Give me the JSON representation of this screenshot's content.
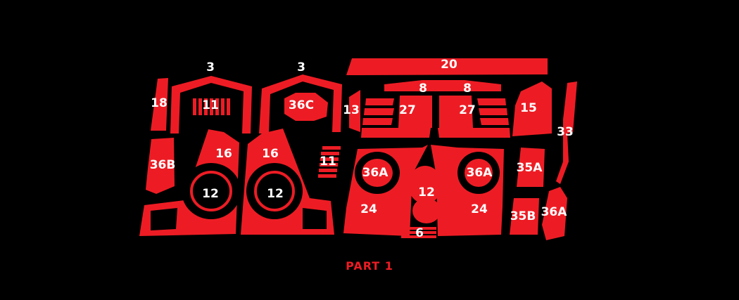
{
  "colors": {
    "background": "#000000",
    "parts": "#ed1c24",
    "labels": "#ffffff"
  },
  "caption": "PART 1",
  "labels": {
    "p3a": "3",
    "p3b": "3",
    "p20": "20",
    "p18": "18",
    "p11a": "11",
    "p36c": "36C",
    "p13": "13",
    "p8a": "8",
    "p8b": "8",
    "p27a": "27",
    "p27b": "27",
    "p15": "15",
    "p33": "33",
    "p36b": "36B",
    "p16a": "16",
    "p16b": "16",
    "p11b": "11",
    "p36a1": "36A",
    "p36a2": "36A",
    "p35a": "35A",
    "p12a": "12",
    "p12b": "12",
    "p12c": "12",
    "p24a": "24",
    "p24b": "24",
    "p35b": "35B",
    "p36a3": "36A",
    "p6": "6"
  }
}
